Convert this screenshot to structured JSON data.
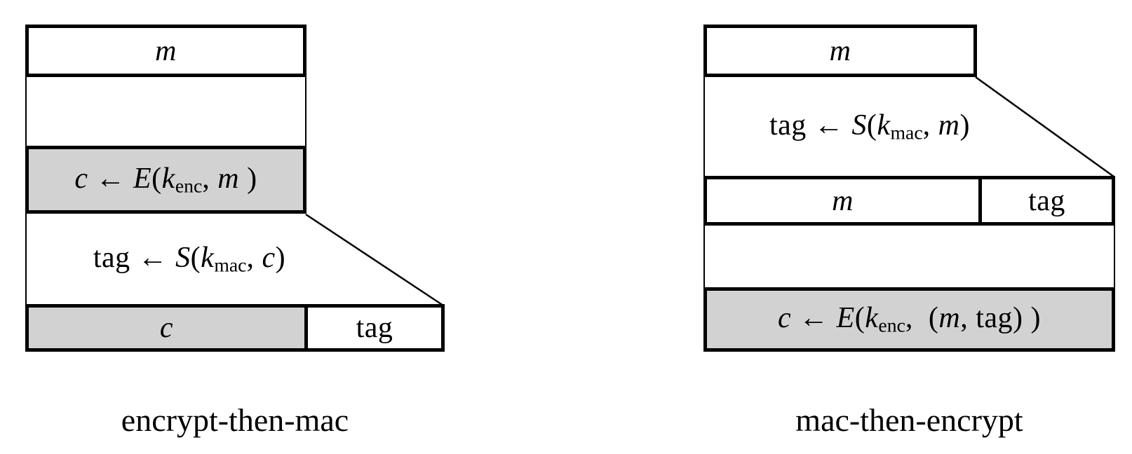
{
  "colors": {
    "ink": "#000000",
    "gray_fill": "#d2d2d2",
    "background": "#ffffff"
  },
  "left_diagram": {
    "caption": "encrypt-then-mac",
    "message_box": [
      {
        "s": "it",
        "v": "m"
      }
    ],
    "encrypt_formula": [
      {
        "s": "it",
        "v": "c"
      },
      {
        "s": "rm",
        "v": " ← "
      },
      {
        "s": "it",
        "v": "E"
      },
      {
        "s": "rm",
        "v": "("
      },
      {
        "s": "it",
        "v": "k"
      },
      {
        "s": "sb",
        "v": "enc"
      },
      {
        "s": "rm",
        "v": ", "
      },
      {
        "s": "it",
        "v": "m"
      },
      {
        "s": "rm",
        "v": " )"
      }
    ],
    "tag_formula": [
      {
        "s": "rm",
        "v": "tag ← "
      },
      {
        "s": "it",
        "v": "S"
      },
      {
        "s": "rm",
        "v": "("
      },
      {
        "s": "it",
        "v": "k"
      },
      {
        "s": "sb",
        "v": "mac"
      },
      {
        "s": "rm",
        "v": ", "
      },
      {
        "s": "it",
        "v": "c"
      },
      {
        "s": "rm",
        "v": ")"
      }
    ],
    "output_cipher": [
      {
        "s": "it",
        "v": "c"
      }
    ],
    "output_tag": [
      {
        "s": "rm",
        "v": "tag"
      }
    ]
  },
  "right_diagram": {
    "caption": "mac-then-encrypt",
    "message_box": [
      {
        "s": "it",
        "v": "m"
      }
    ],
    "tag_formula": [
      {
        "s": "rm",
        "v": "tag ← "
      },
      {
        "s": "it",
        "v": "S"
      },
      {
        "s": "rm",
        "v": "("
      },
      {
        "s": "it",
        "v": "k"
      },
      {
        "s": "sb",
        "v": "mac"
      },
      {
        "s": "rm",
        "v": ", "
      },
      {
        "s": "it",
        "v": "m"
      },
      {
        "s": "rm",
        "v": ")"
      }
    ],
    "mid_message": [
      {
        "s": "it",
        "v": "m"
      }
    ],
    "mid_tag": [
      {
        "s": "rm",
        "v": "tag"
      }
    ],
    "encrypt_formula": [
      {
        "s": "it",
        "v": "c"
      },
      {
        "s": "rm",
        "v": " ← "
      },
      {
        "s": "it",
        "v": "E"
      },
      {
        "s": "rm",
        "v": "("
      },
      {
        "s": "it",
        "v": "k"
      },
      {
        "s": "sb",
        "v": "enc"
      },
      {
        "s": "rm",
        "v": ",  ("
      },
      {
        "s": "it",
        "v": "m"
      },
      {
        "s": "rm",
        "v": ", tag) )"
      }
    ]
  }
}
